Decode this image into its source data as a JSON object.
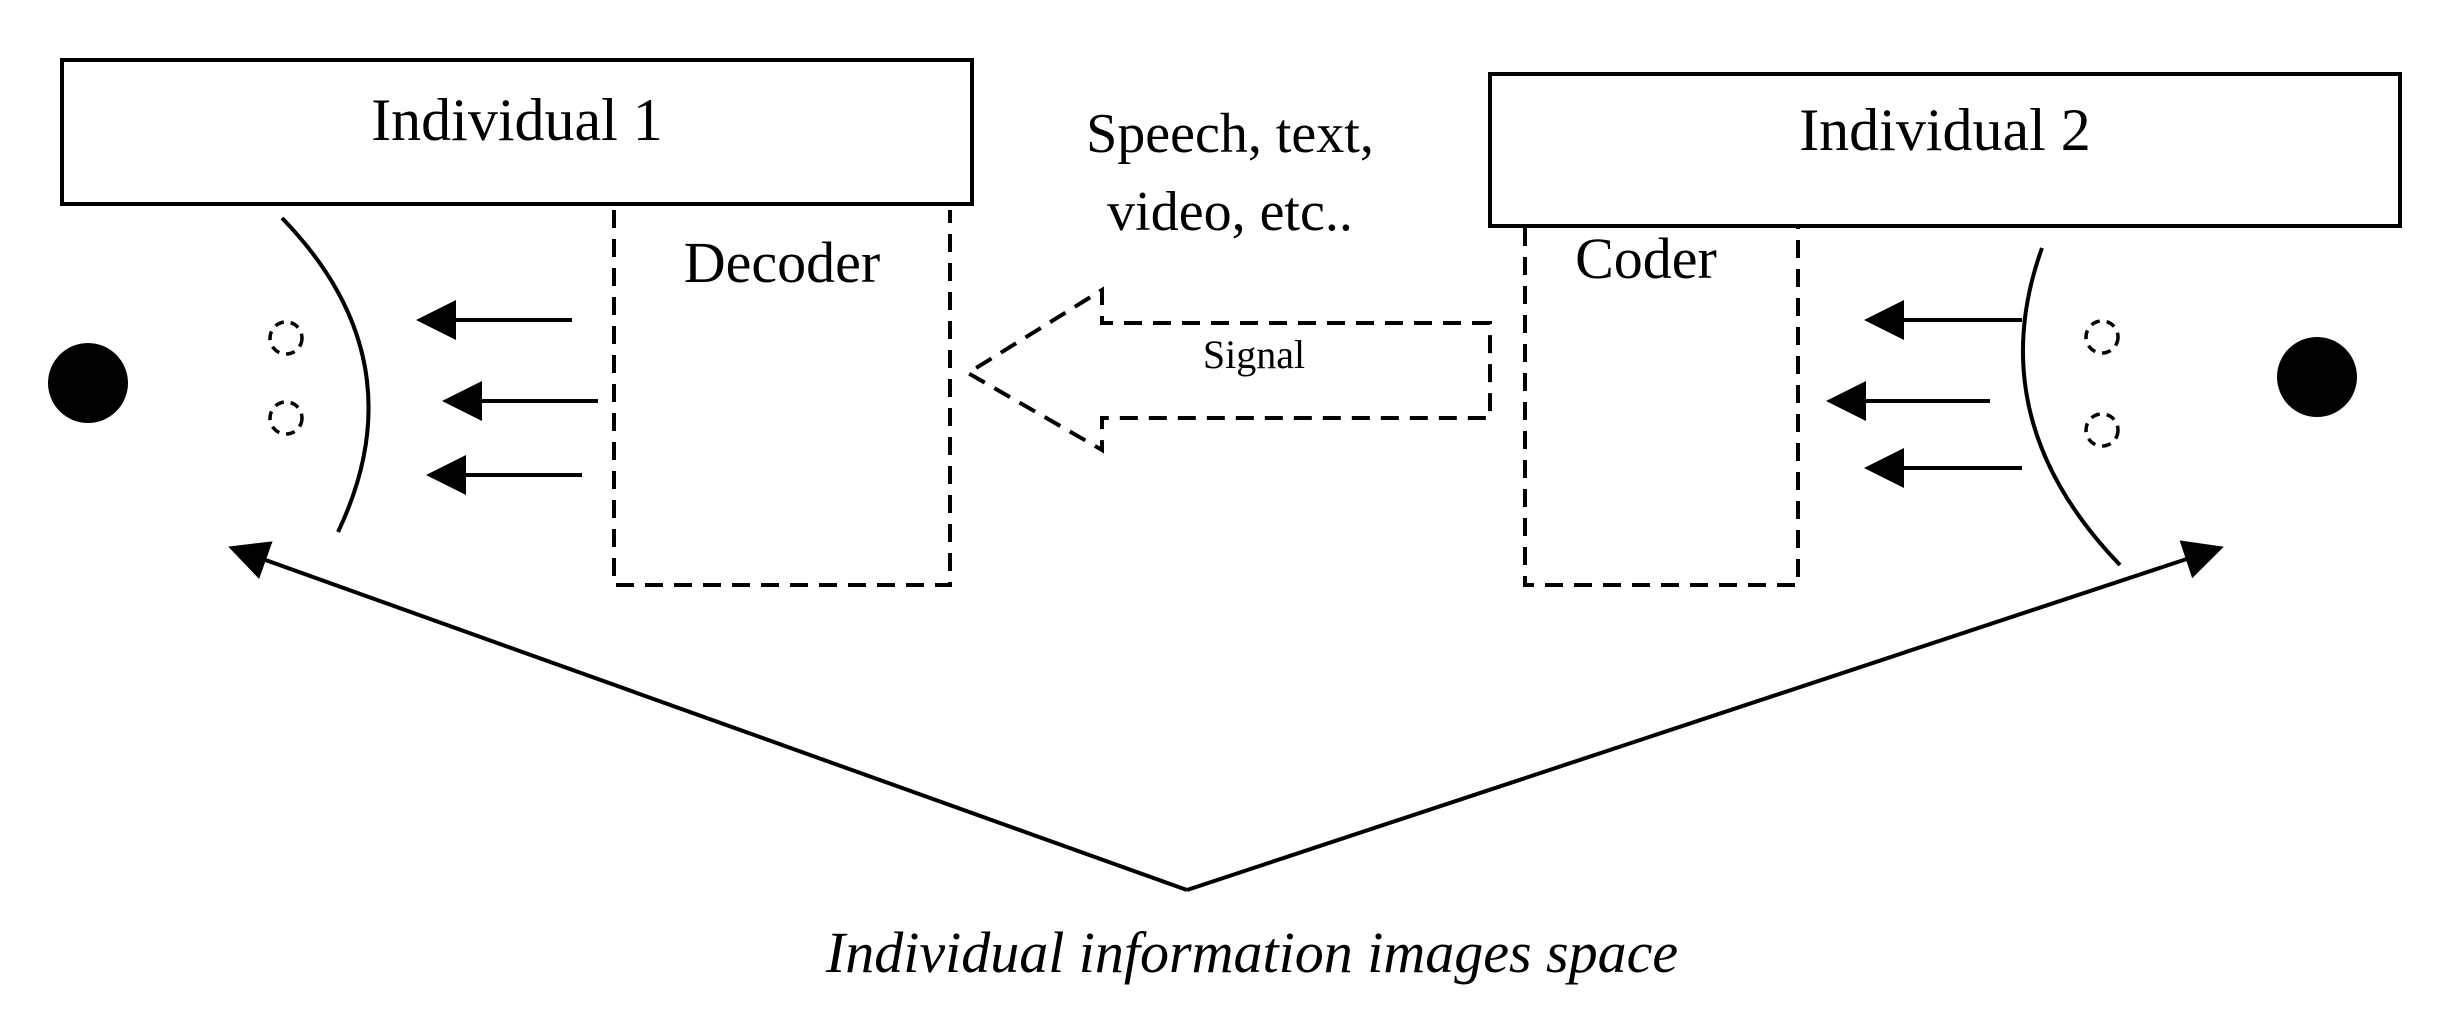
{
  "individual_1": {
    "label": "Individual 1"
  },
  "individual_2": {
    "label": "Individual 2"
  },
  "decoder": {
    "label": "Decoder"
  },
  "coder": {
    "label": "Coder"
  },
  "signal": {
    "label": "Signal"
  },
  "media_caption": {
    "line1": "Speech, text,",
    "line2": "video, etc.."
  },
  "bottom_caption": {
    "label": "Individual information images space"
  },
  "colors": {
    "stroke": "#000000",
    "background": "#ffffff"
  }
}
